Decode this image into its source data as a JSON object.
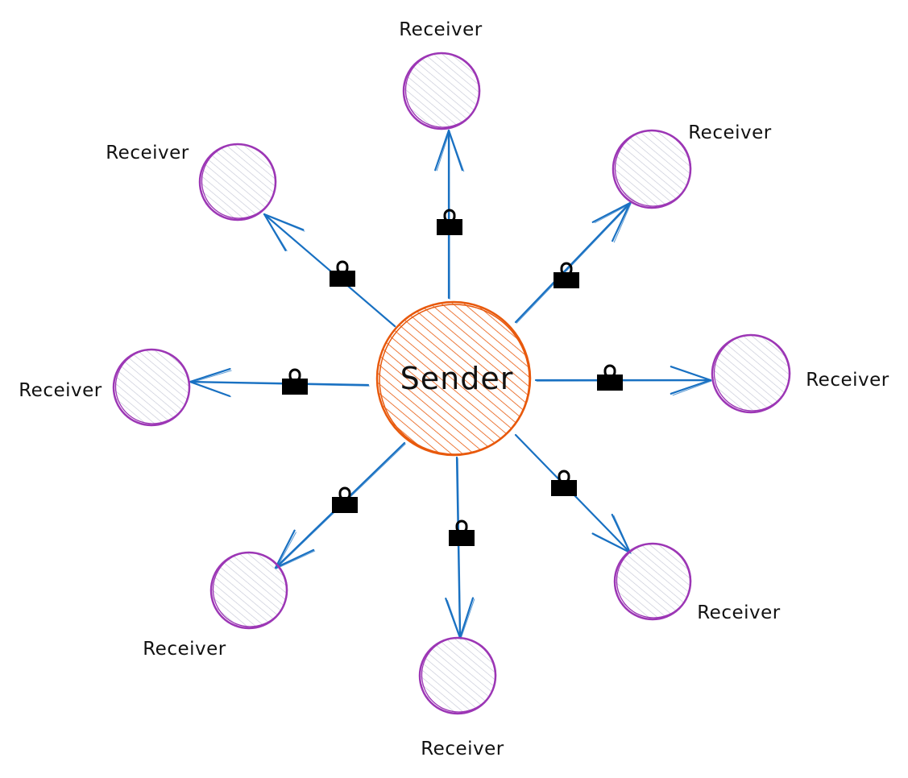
{
  "sender": {
    "label": "Sender",
    "stroke_color": "#e8590c",
    "hatch_color": "#e8590c"
  },
  "receivers": [
    {
      "id": "top",
      "label": "Receiver"
    },
    {
      "id": "top-right",
      "label": "Receiver"
    },
    {
      "id": "right",
      "label": "Receiver"
    },
    {
      "id": "bottom-right",
      "label": "Receiver"
    },
    {
      "id": "bottom",
      "label": "Receiver"
    },
    {
      "id": "bottom-left",
      "label": "Receiver"
    },
    {
      "id": "left",
      "label": "Receiver"
    },
    {
      "id": "top-left",
      "label": "Receiver"
    }
  ],
  "styles": {
    "receiver_stroke_color": "#9c36b5",
    "receiver_hatch_color": "#c5c7d6",
    "arrow_color": "#1971c2",
    "lock_color": "#000000",
    "lock_icon": "lock-icon"
  }
}
